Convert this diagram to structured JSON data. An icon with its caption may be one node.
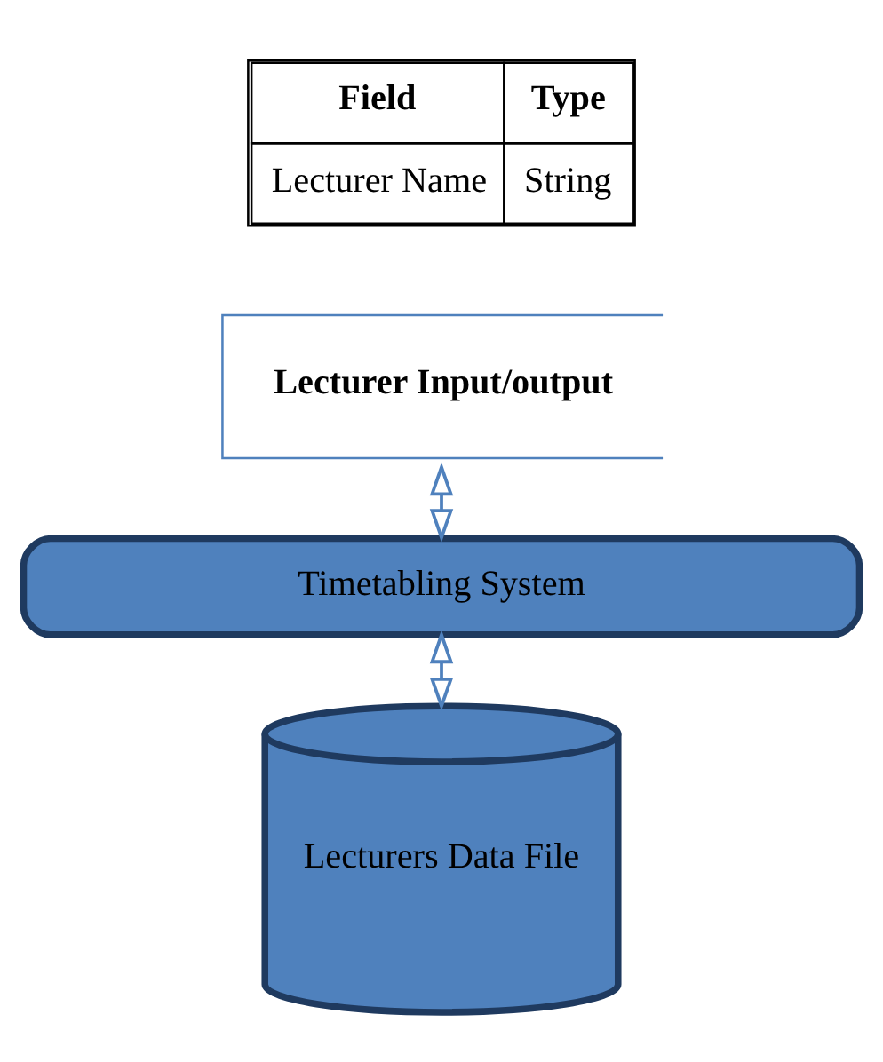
{
  "diagram": {
    "nodes": [
      {
        "text": [
          "Lecturer Input/output"
        ]
      },
      {
        "text": [
          "Timetabling System"
        ]
      },
      {
        "text": [
          "Lecturers Data File"
        ]
      }
    ],
    "edges": [
      {
        "from": 0,
        "to": 1,
        "arrow": "both"
      },
      {
        "from": 1,
        "to": 2,
        "arrow": "both"
      }
    ],
    "labels": [
      "Field",
      "Type",
      "Lecturer Name",
      "String"
    ]
  }
}
